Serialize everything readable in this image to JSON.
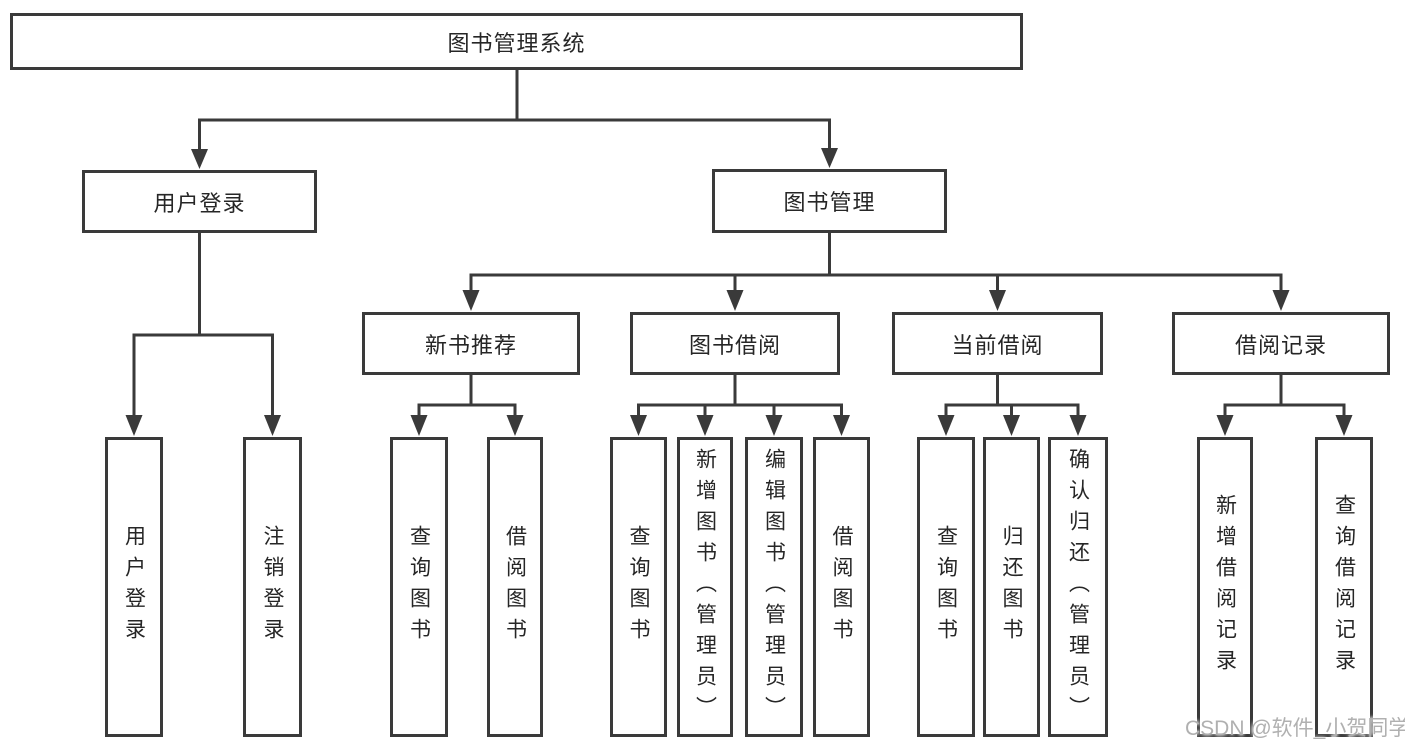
{
  "diagram": {
    "root": {
      "label": "图书管理系统",
      "children": [
        {
          "label": "用户登录",
          "children": [
            {
              "label": "用户登录"
            },
            {
              "label": "注销登录"
            }
          ]
        },
        {
          "label": "图书管理",
          "children": [
            {
              "label": "新书推荐",
              "children": [
                {
                  "label": "查询图书"
                },
                {
                  "label": "借阅图书"
                }
              ]
            },
            {
              "label": "图书借阅",
              "children": [
                {
                  "label": "查询图书"
                },
                {
                  "label": "新增图书（管理员）"
                },
                {
                  "label": "编辑图书（管理员）"
                },
                {
                  "label": "借阅图书"
                }
              ]
            },
            {
              "label": "当前借阅",
              "children": [
                {
                  "label": "查询图书"
                },
                {
                  "label": "归还图书"
                },
                {
                  "label": "确认归还（管理员）"
                }
              ]
            },
            {
              "label": "借阅记录",
              "children": [
                {
                  "label": "新增借阅记录"
                },
                {
                  "label": "查询借阅记录"
                }
              ]
            }
          ]
        }
      ]
    }
  },
  "watermark": {
    "text": "CSDN @软件_小贺同学"
  },
  "colors": {
    "line": "#3a3a3a",
    "text": "#262626",
    "watermark": "#b0b0b0",
    "background": "#ffffff"
  }
}
